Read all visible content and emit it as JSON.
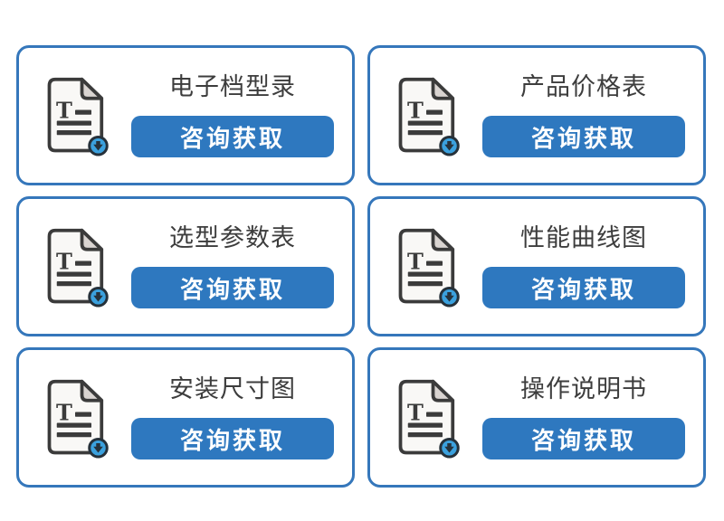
{
  "page": {
    "background": "#ffffff"
  },
  "colors": {
    "card_border": "#3577bb",
    "button_bg": "#2e78bf",
    "button_text": "#ffffff",
    "title_text": "#3d3d3d",
    "icon_outline": "#3b3b3b",
    "icon_paper": "#f9f8f6",
    "icon_fold": "#d9d4d1",
    "icon_badge_blue": "#3ba1de",
    "icon_badge_ring": "#26313a"
  },
  "icon": {
    "name": "document-download-icon",
    "badge_glyph": "⬇"
  },
  "cards": [
    {
      "title": "电子档型录",
      "button_label": "咨询获取"
    },
    {
      "title": "产品价格表",
      "button_label": "咨询获取"
    },
    {
      "title": "选型参数表",
      "button_label": "咨询获取"
    },
    {
      "title": "性能曲线图",
      "button_label": "咨询获取"
    },
    {
      "title": "安装尺寸图",
      "button_label": "咨询获取"
    },
    {
      "title": "操作说明书",
      "button_label": "咨询获取"
    }
  ]
}
